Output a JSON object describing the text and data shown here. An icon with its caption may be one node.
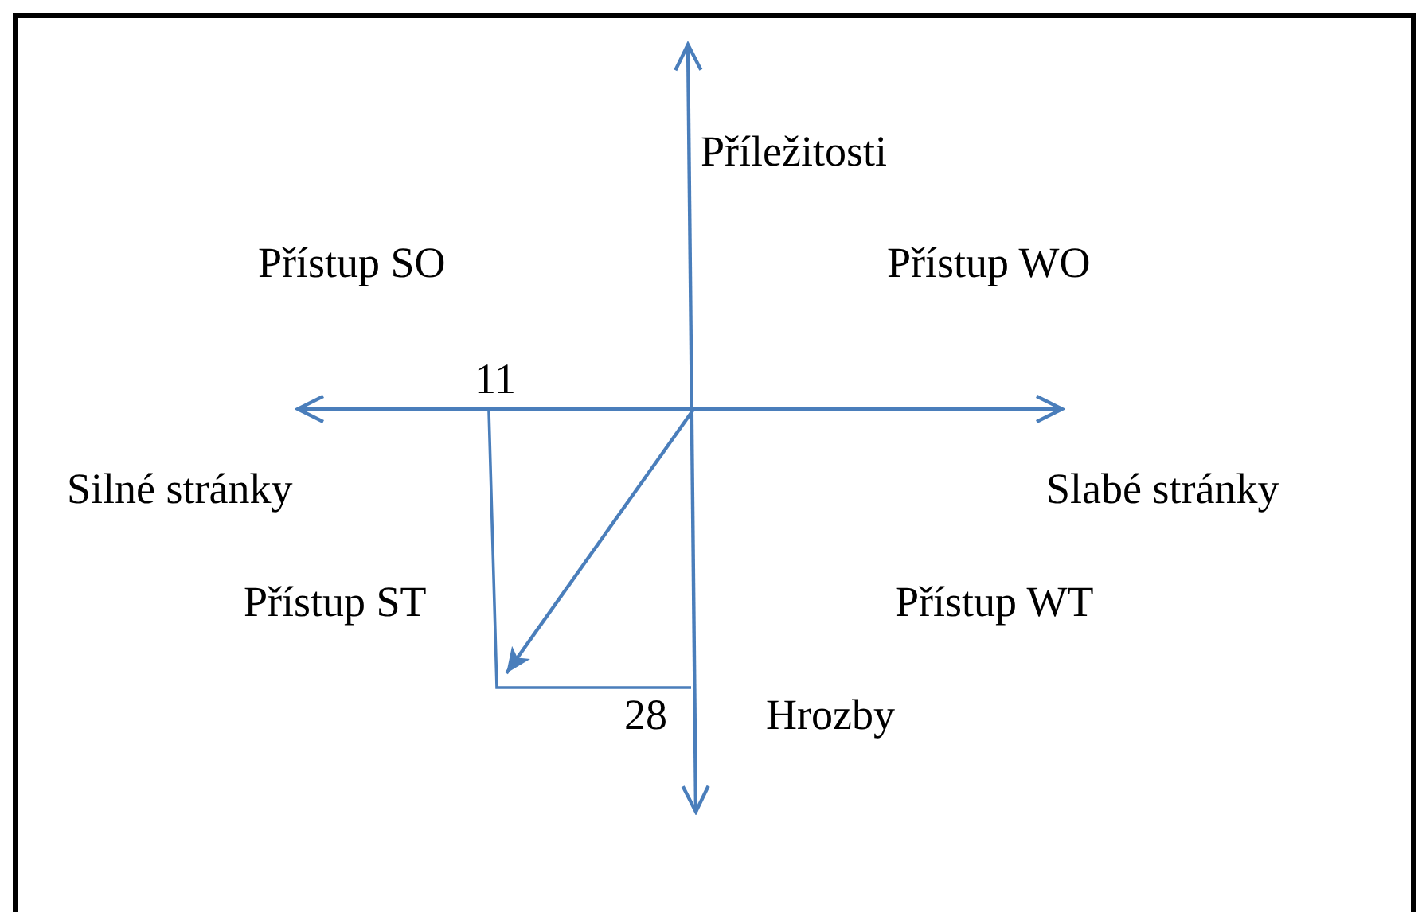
{
  "diagram": {
    "labels": [
      "Příležitosti",
      "Přístup SO",
      "Přístup WO",
      "11",
      "Silné stránky",
      "Slabé stránky",
      "Přístup ST",
      "Přístup WT",
      "28",
      "Hrozby"
    ]
  }
}
